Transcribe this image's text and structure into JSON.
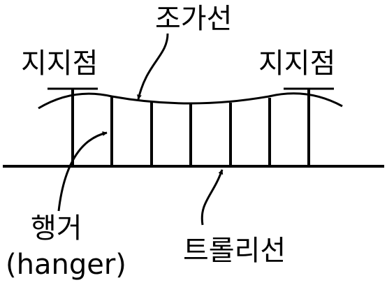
{
  "labels": {
    "messenger_wire": "조가선",
    "support_left": "지지점",
    "support_right": "지지점",
    "hanger": "행거",
    "hanger_en": "(hanger)",
    "trolley_wire": "트롤리선"
  },
  "colors": {
    "ink": "#000000",
    "background": "#ffffff"
  }
}
